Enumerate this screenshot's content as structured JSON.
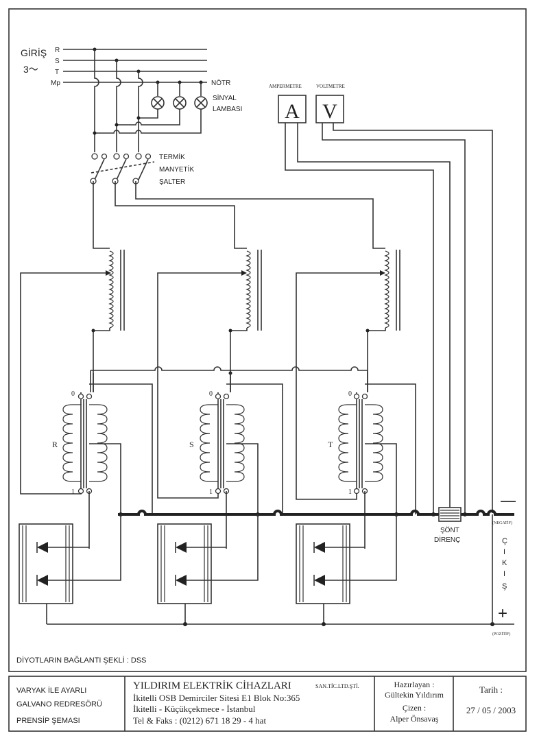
{
  "supply": {
    "title": "GİRİŞ",
    "phases_label": "3～",
    "lines": [
      "R",
      "S",
      "T",
      "Mp"
    ],
    "neutral": "NÖTR",
    "signal_lamp": [
      "SİNYAL",
      "LAMBASI"
    ]
  },
  "breaker": [
    "TERMİK",
    "MANYETİK",
    "ŞALTER"
  ],
  "meters": {
    "ammeter_label": "AMPERMETRE",
    "ammeter_symbol": "A",
    "voltmeter_label": "VOLTMETRE",
    "voltmeter_symbol": "V"
  },
  "transformers": [
    {
      "phase": "R",
      "tap_top": "0",
      "tap_bottom": "1"
    },
    {
      "phase": "S",
      "tap_top": "0",
      "tap_bottom": "1"
    },
    {
      "phase": "T",
      "tap_top": "0",
      "tap_bottom": "1"
    }
  ],
  "shunt": [
    "ŞÖNT",
    "DİRENÇ"
  ],
  "output": {
    "minus": "—",
    "negative": "(NEGATİF)",
    "word_letters": [
      "Ç",
      "I",
      "K",
      "I",
      "Ş"
    ],
    "plus": "+",
    "positive": "(POZİTİF)"
  },
  "diode_note": "DİYOTLARIN BAĞLANTI ŞEKLİ : DSS",
  "title_block": {
    "description": [
      "VARYAK İLE AYARLI",
      "GALVANO REDRESÖRÜ",
      "PRENSİP ŞEMASI"
    ],
    "company": "YILDIRIM ELEKTRİK CİHAZLARI",
    "company_suffix": "SAN.TİC.LTD.ŞTİ.",
    "address": [
      "İkitelli OSB Demirciler Sitesi E1 Blok No:365",
      "İkitelli - Küçükçekmece - İstanbul",
      "Tel & Faks : (0212) 671 18 29 - 4 hat"
    ],
    "prepared_label": "Hazırlayan :",
    "prepared_by": "Gültekin Yıldırım",
    "drawn_label": "Çizen :",
    "drawn_by": "Alper Önsavaş",
    "date_label": "Tarih :",
    "date": "27 / 05 / 2003"
  }
}
